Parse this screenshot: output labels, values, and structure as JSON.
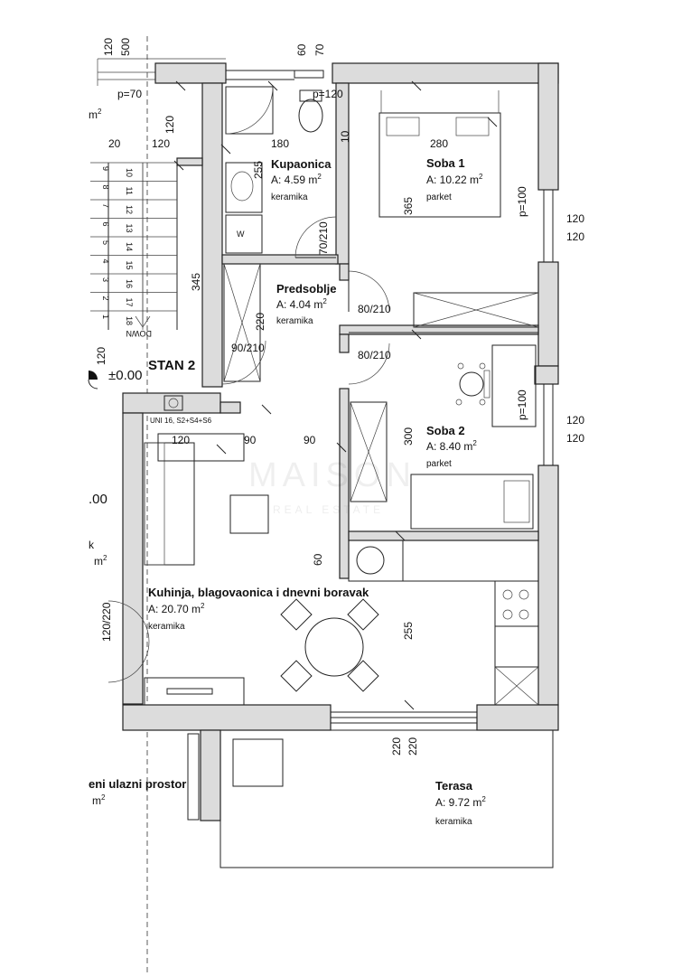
{
  "apartment": {
    "name": "STAN 2",
    "level": "±0.00",
    "partial_level": ".00"
  },
  "rooms": {
    "kupaonica": {
      "name": "Kupaonica",
      "area": "A: 4.59  m",
      "floor": "keramika"
    },
    "soba1": {
      "name": "Soba 1",
      "area": "A: 10.22  m",
      "floor": "parket"
    },
    "predsoblje": {
      "name": "Predsoblje",
      "area": "A: 4.04  m",
      "floor": "keramika"
    },
    "soba2": {
      "name": "Soba 2",
      "area": "A: 8.40  m",
      "floor": "parket"
    },
    "kuhinja": {
      "name": "Kuhinja, blagovaonica i dnevni boravak",
      "area": "A: 20.70  m",
      "floor": "keramika"
    },
    "terasa": {
      "name": "Terasa",
      "area": "A: 9.72  m",
      "floor": "keramika"
    },
    "ulazni": {
      "name": "eni ulazni prostor",
      "area": "m"
    },
    "left_partial": {
      "k": "k",
      "m2": "m",
      "top_m": "m"
    }
  },
  "superscript": "2",
  "dimensions": {
    "top_120": "120",
    "top_500": "500",
    "top_60": "60",
    "top_70": "70",
    "p70": "p=70",
    "p120": "p=120",
    "d180": "180",
    "d10": "10",
    "d280": "280",
    "d20": "20",
    "d120_stairs": "120",
    "d120_vertical": "120",
    "d255_bath": "255",
    "d365": "365",
    "p100_a": "p=100",
    "p100_b": "p=100",
    "r120_a": "120",
    "r120_b": "120",
    "r120_c": "120",
    "r120_d": "120",
    "door_70_210": "70/210",
    "door_80_210_a": "80/210",
    "door_80_210_b": "80/210",
    "door_90_210": "90/210",
    "d345": "345",
    "d220_hall": "220",
    "d120_left": "120",
    "d120_corr": "120",
    "d90_a": "90",
    "d90_b": "90",
    "d300": "300",
    "d60": "60",
    "d255_living": "255",
    "door_120_220": "120/220",
    "d220_a": "220",
    "d220_b": "220"
  },
  "stairs": {
    "steps": [
      "10",
      "11",
      "12",
      "13",
      "14",
      "15",
      "16",
      "17",
      "18"
    ],
    "left_marks": [
      "9",
      "8",
      "7",
      "6",
      "5",
      "4",
      "3",
      "2",
      "1"
    ],
    "direction": "DOWN"
  },
  "installation": "UNI 16, S2+S4+S6",
  "watermark": {
    "brand": "MAISON",
    "sub": "REAL ESTATE"
  }
}
